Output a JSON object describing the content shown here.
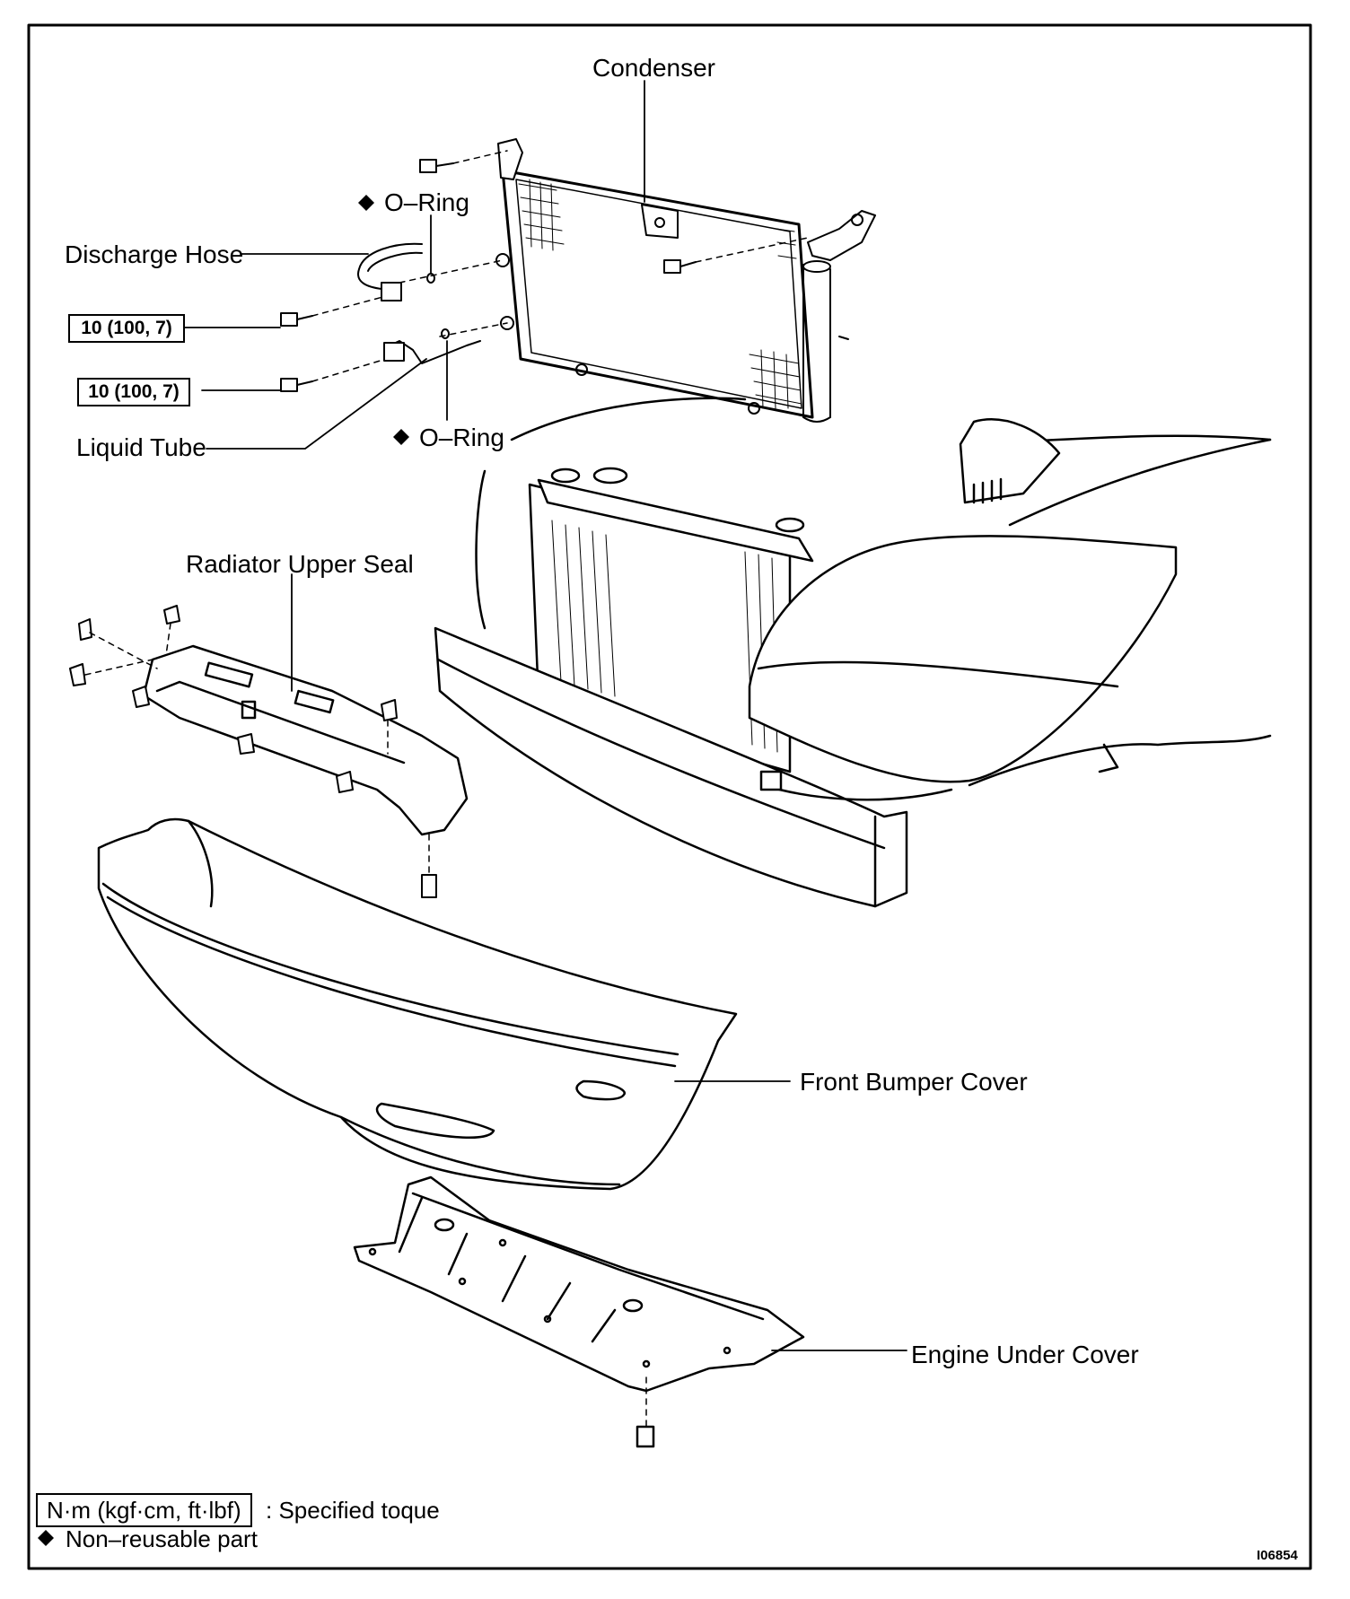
{
  "labels": {
    "condenser": "Condenser",
    "o_ring_top": "O–Ring",
    "discharge_hose": "Discharge Hose",
    "liquid_tube": "Liquid Tube",
    "o_ring_bottom": "O–Ring",
    "radiator_upper_seal": "Radiator Upper Seal",
    "front_bumper_cover": "Front Bumper Cover",
    "engine_under_cover": "Engine Under Cover"
  },
  "torque": {
    "upper": "10 (100, 7)",
    "lower": "10 (100, 7)"
  },
  "legend": {
    "torque_unit": "N·m (kgf·cm, ft·lbf)",
    "torque_desc": ": Specified toque",
    "non_reusable": "Non–reusable part",
    "diamond_symbol": "◆"
  },
  "figure_id": "I06854"
}
